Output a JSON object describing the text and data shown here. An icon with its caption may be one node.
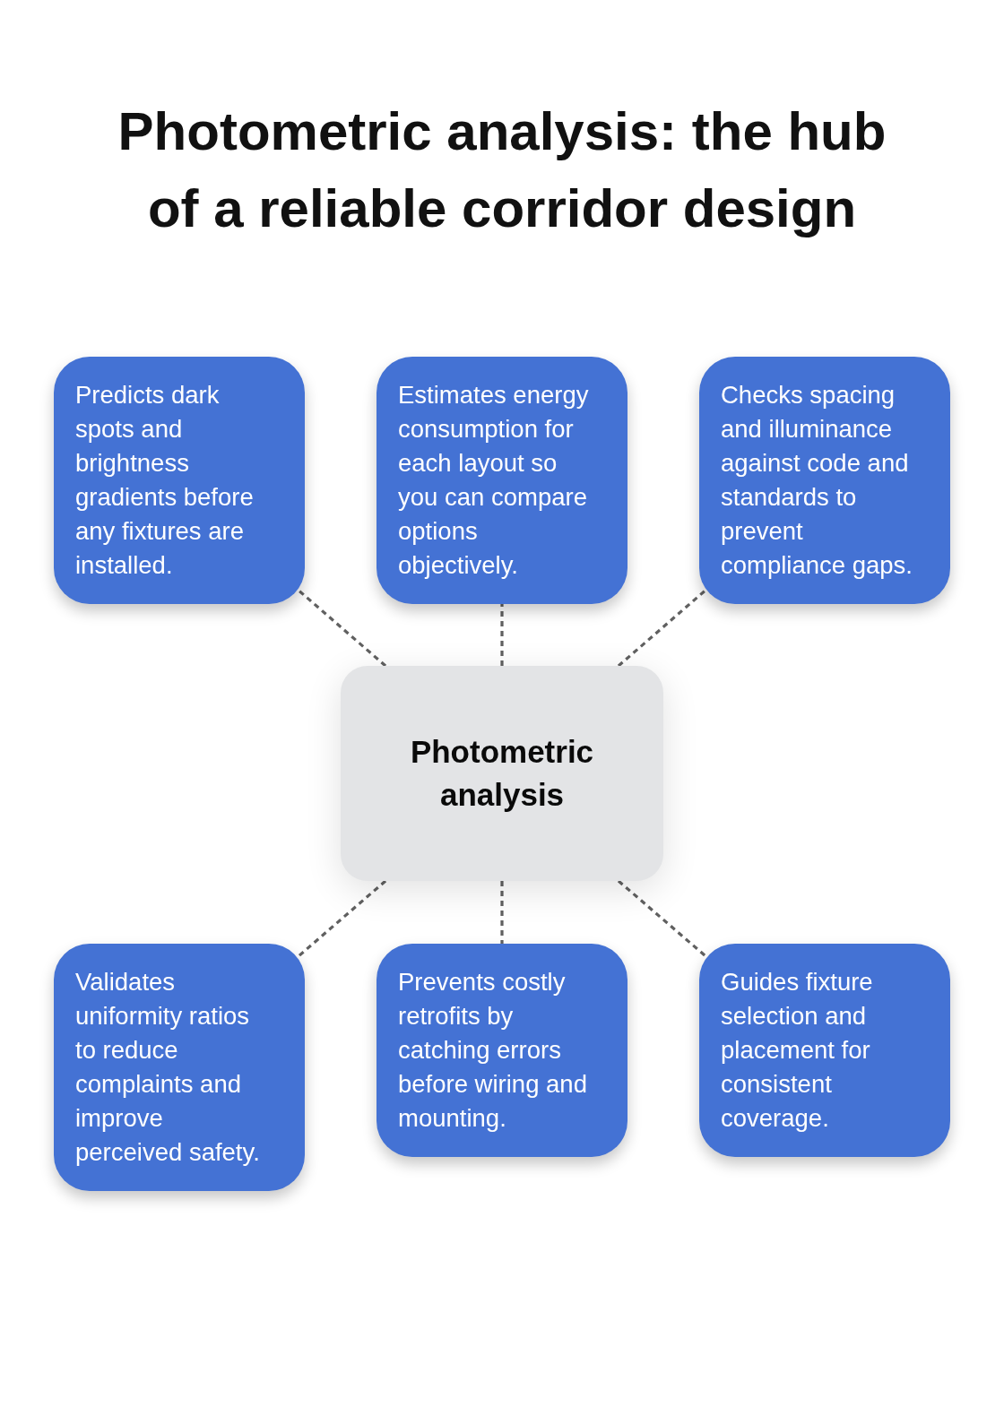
{
  "diagram": {
    "title": "Photometric analysis: the hub of a reliable corridor design",
    "nodes": [
      {
        "text": [
          "Predicts dark spots and brightness gradients before any fixtures are installed."
        ]
      },
      {
        "text": [
          "Estimates energy consumption for each layout so you can compare options objectively."
        ]
      },
      {
        "text": [
          "Checks spacing and illuminance against code and standards to prevent compliance gaps."
        ]
      },
      {
        "text": [
          "Photometric analysis"
        ]
      },
      {
        "text": [
          "Validates uniformity ratios to reduce complaints and improve perceived safety."
        ]
      },
      {
        "text": [
          "Prevents costly retrofits by catching errors before wiring and mounting."
        ]
      },
      {
        "text": [
          "Guides fixture selection and placement for consistent coverage."
        ]
      }
    ],
    "edges": [
      {
        "from": 3,
        "to": 0,
        "arrow": "none",
        "style": "dashed"
      },
      {
        "from": 3,
        "to": 1,
        "arrow": "none",
        "style": "dashed"
      },
      {
        "from": 3,
        "to": 2,
        "arrow": "none",
        "style": "dashed"
      },
      {
        "from": 3,
        "to": 4,
        "arrow": "none",
        "style": "dashed"
      },
      {
        "from": 3,
        "to": 5,
        "arrow": "none",
        "style": "dashed"
      },
      {
        "from": 3,
        "to": 6,
        "arrow": "none",
        "style": "dashed"
      }
    ]
  }
}
